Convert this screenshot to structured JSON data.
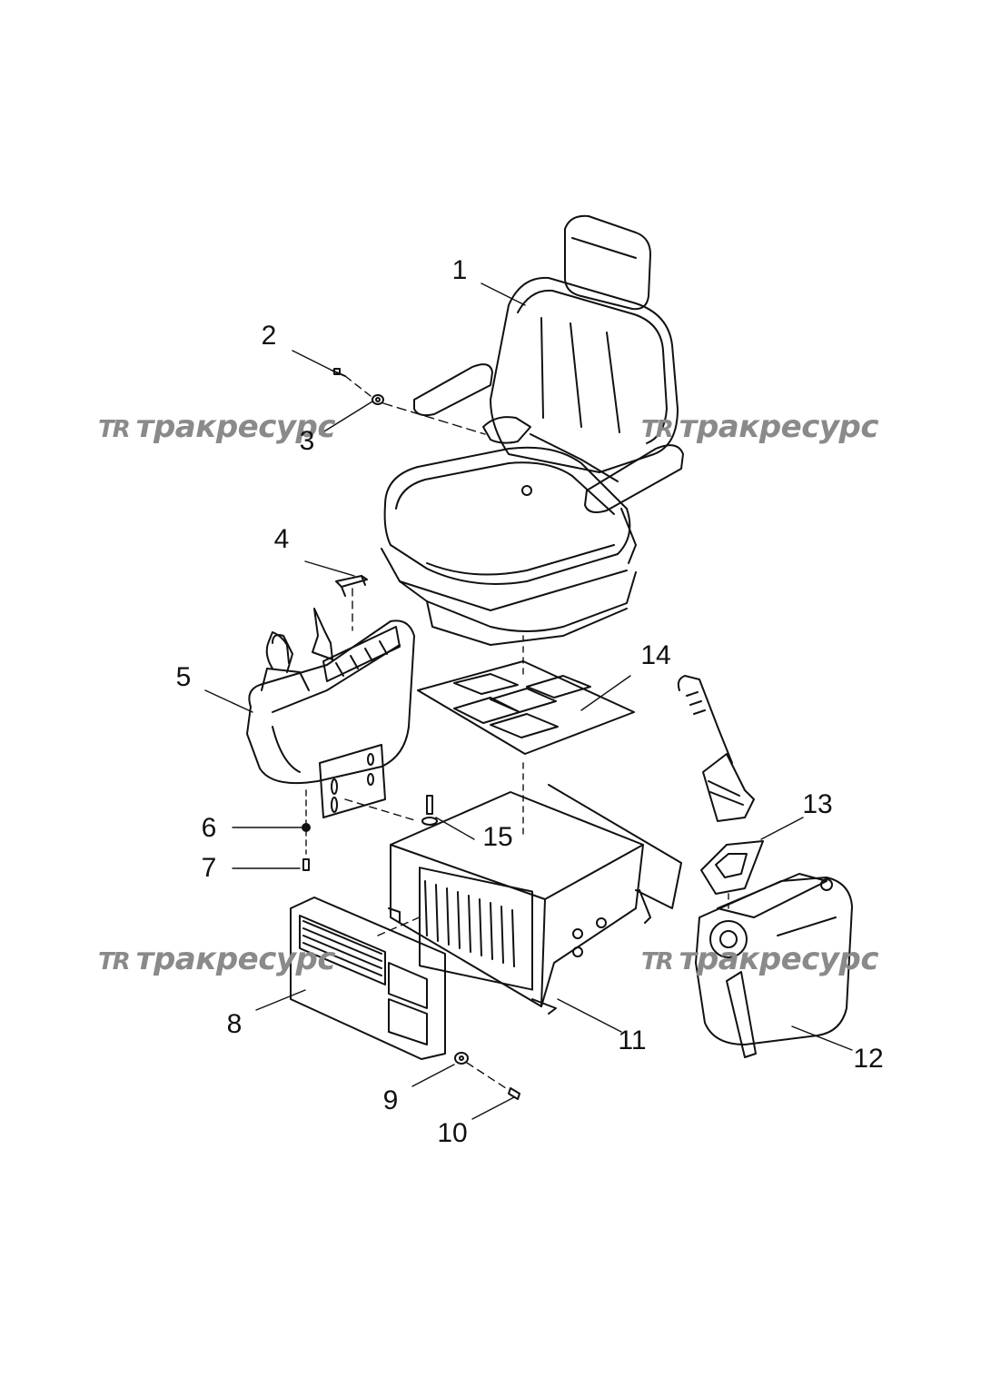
{
  "callouts": [
    "1",
    "2",
    "3",
    "4",
    "5",
    "6",
    "7",
    "8",
    "9",
    "10",
    "11",
    "12",
    "13",
    "14",
    "15"
  ],
  "watermark": {
    "logo": "TR",
    "text": "тракресурс"
  }
}
